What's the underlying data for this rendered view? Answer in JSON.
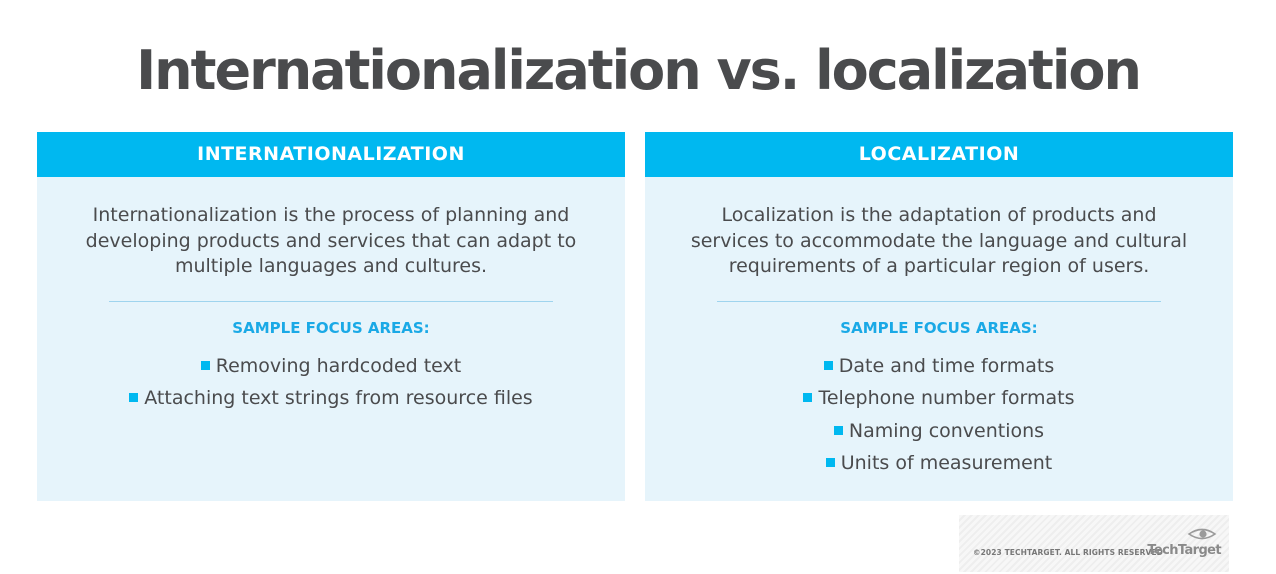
{
  "title": "Internationalization vs. localization",
  "panels": [
    {
      "header": "INTERNATIONALIZATION",
      "description": "Internationalization is the process of planning and developing products and services that can adapt to multiple languages and cultures.",
      "focus_label": "SAMPLE FOCUS AREAS:",
      "items": [
        "Removing hardcoded text",
        "Attaching text strings from resource files"
      ]
    },
    {
      "header": "LOCALIZATION",
      "description": "Localization is the adaptation of products and services to accommodate the language and cultural requirements of a particular region of users.",
      "focus_label": "SAMPLE FOCUS AREAS:",
      "items": [
        "Date and time formats",
        "Telephone number formats",
        "Naming conventions",
        "Units of measurement"
      ]
    }
  ],
  "footer": {
    "copyright": "©2023 TECHTARGET. ALL RIGHTS RESERVED",
    "brand": "TechTarget"
  },
  "colors": {
    "header_blue": "#00b8f0",
    "panel_bg": "#e6f4fb",
    "text_gray": "#4a4b4d",
    "accent_blue": "#1aa9e6"
  }
}
